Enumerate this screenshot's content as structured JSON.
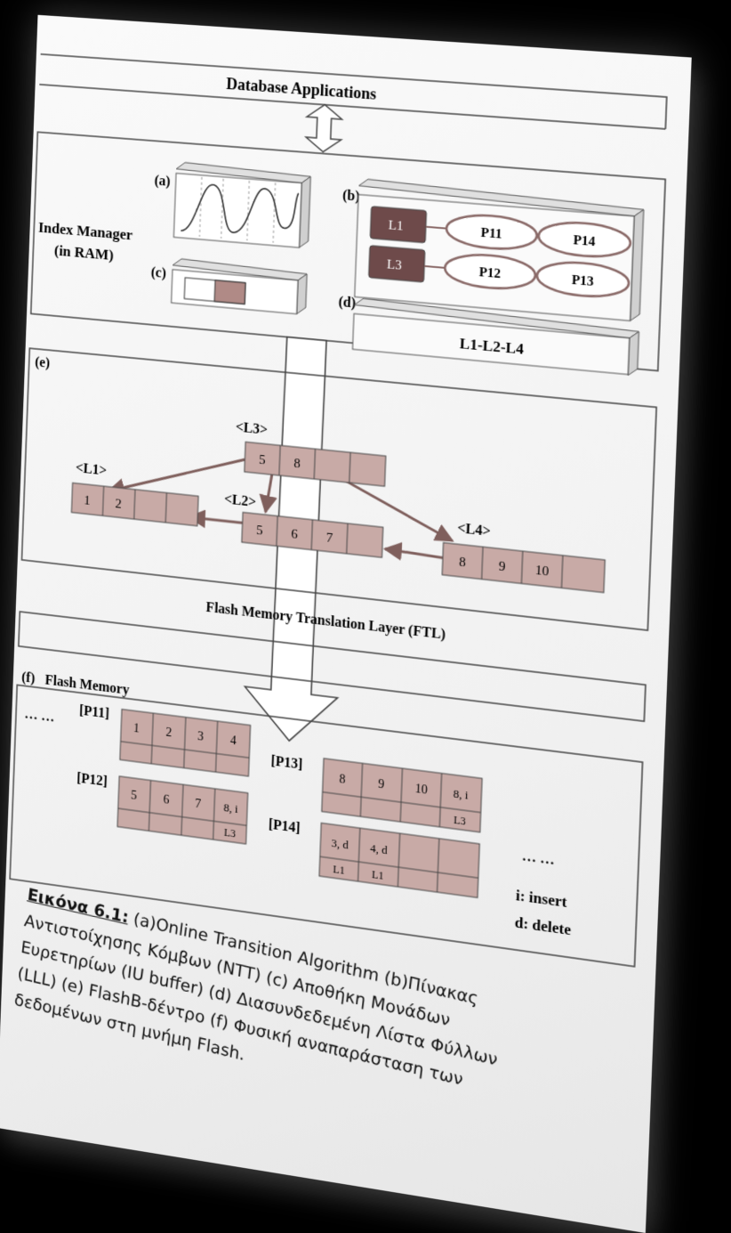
{
  "top_layer": "Database Applications",
  "index_manager": {
    "label_line1": "Index Manager",
    "label_line2": "(in RAM)"
  },
  "panel_labels": {
    "a": "(a)",
    "b": "(b)",
    "c": "(c)",
    "d": "(d)",
    "e": "(e)",
    "f": "(f)"
  },
  "node_translation_table": {
    "rows": [
      {
        "leaf": "L1",
        "pages": [
          "P11",
          "P14"
        ]
      },
      {
        "leaf": "L3",
        "pages": [
          "P12",
          "P13"
        ]
      }
    ]
  },
  "leaf_list": "L1-L2-L4",
  "tree": {
    "nodes": [
      {
        "label": "<L3>",
        "keys": [
          "5",
          "8",
          "",
          ""
        ]
      },
      {
        "label": "<L1>",
        "keys": [
          "1",
          "2",
          "",
          ""
        ]
      },
      {
        "label": "<L2>",
        "keys": [
          "5",
          "6",
          "7",
          ""
        ]
      },
      {
        "label": "<L4>",
        "keys": [
          "8",
          "9",
          "10",
          ""
        ]
      }
    ]
  },
  "ftl": "Flash Memory Translation Layer (FTL)",
  "flash_memory": "Flash Memory",
  "pages": [
    {
      "label": "[P11]",
      "top": [
        "1",
        "2",
        "3",
        "4"
      ],
      "bottom": [
        "",
        "",
        "",
        ""
      ]
    },
    {
      "label": "[P12]",
      "top": [
        "5",
        "6",
        "7",
        "8, i"
      ],
      "bottom": [
        "",
        "",
        "",
        "L3"
      ]
    },
    {
      "label": "[P13]",
      "top": [
        "8",
        "9",
        "10",
        "8, i"
      ],
      "bottom": [
        "",
        "",
        "",
        "L3"
      ]
    },
    {
      "label": "[P14]",
      "top": [
        "3, d",
        "4, d",
        "",
        ""
      ],
      "bottom": [
        "L1",
        "L1",
        "",
        ""
      ]
    }
  ],
  "ellipsis": "… …",
  "legend": {
    "insert": "i: insert",
    "delete": "d: delete"
  },
  "caption": {
    "label": "Εικόνα 6.1:",
    "line1": " (a)Online Transition Algorithm (b)Πίνακας",
    "line2": "Αντιστοίχησης Κόμβων (NTT) (c) Αποθήκη Μονάδων",
    "line3": "Ευρετηρίων (IU buffer) (d) Διασυνδεδεμένη Λίστα Φύλλων",
    "line4": "(LLL) (e) FlashB-δέντρο (f) Φυσική αναπαράσταση των",
    "line5": "δεδομένων στη μνήμη Flash."
  },
  "colors": {
    "leaf_box": "#6e4a4a",
    "cell_fill": "#c8aaa6",
    "ellipse_stroke": "#8a6a68",
    "arrow": "#7f5f5c"
  }
}
